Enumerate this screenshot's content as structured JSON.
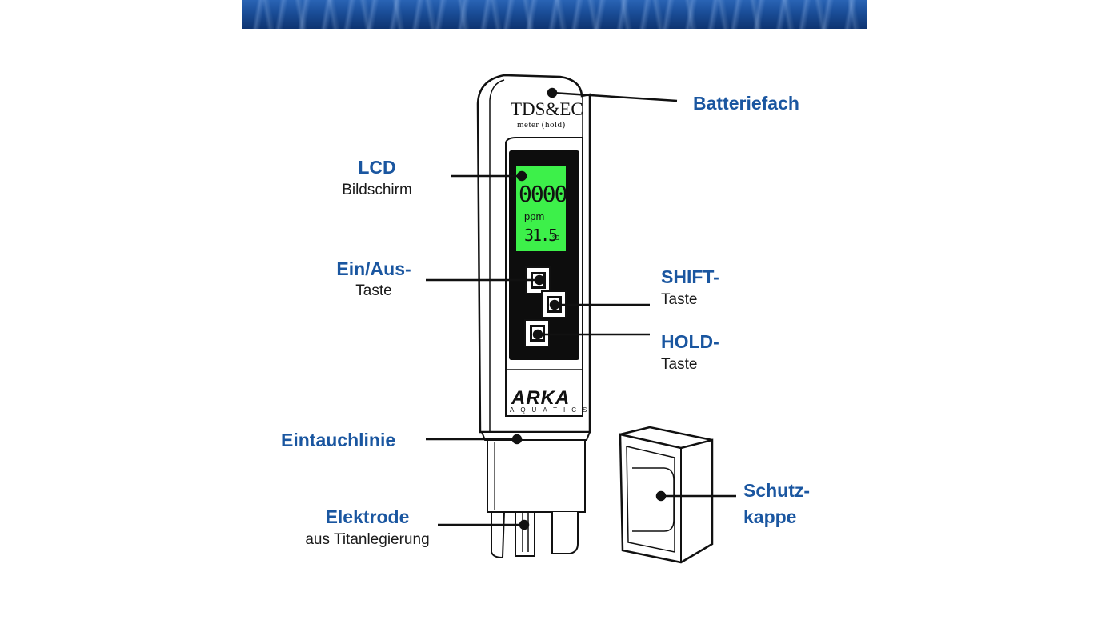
{
  "device": {
    "model_line1": "TDS&EC",
    "model_line2": "meter (hold)",
    "lcd_reading": "0000",
    "lcd_unit": "ppm",
    "lcd_temp": "31.5",
    "lcd_temp_unit": "°C",
    "brand": "ARKA",
    "brand_sub": "AQUATICS"
  },
  "labels": {
    "battery": "Batteriefach",
    "lcd_title": "LCD",
    "lcd_sub": "Bildschirm",
    "power_title": "Ein/Aus-",
    "power_sub": "Taste",
    "shift_title": "SHIFT-",
    "shift_sub": "Taste",
    "hold_title": "HOLD-",
    "hold_sub": "Taste",
    "immersion": "Eintauchlinie",
    "electrode_title": "Elektrode",
    "electrode_sub": "aus Titanlegierung",
    "cap_line1": "Schutz-",
    "cap_line2": "kappe"
  },
  "colors": {
    "label_blue": "#1a56a0",
    "lcd_green": "#3df04a"
  }
}
